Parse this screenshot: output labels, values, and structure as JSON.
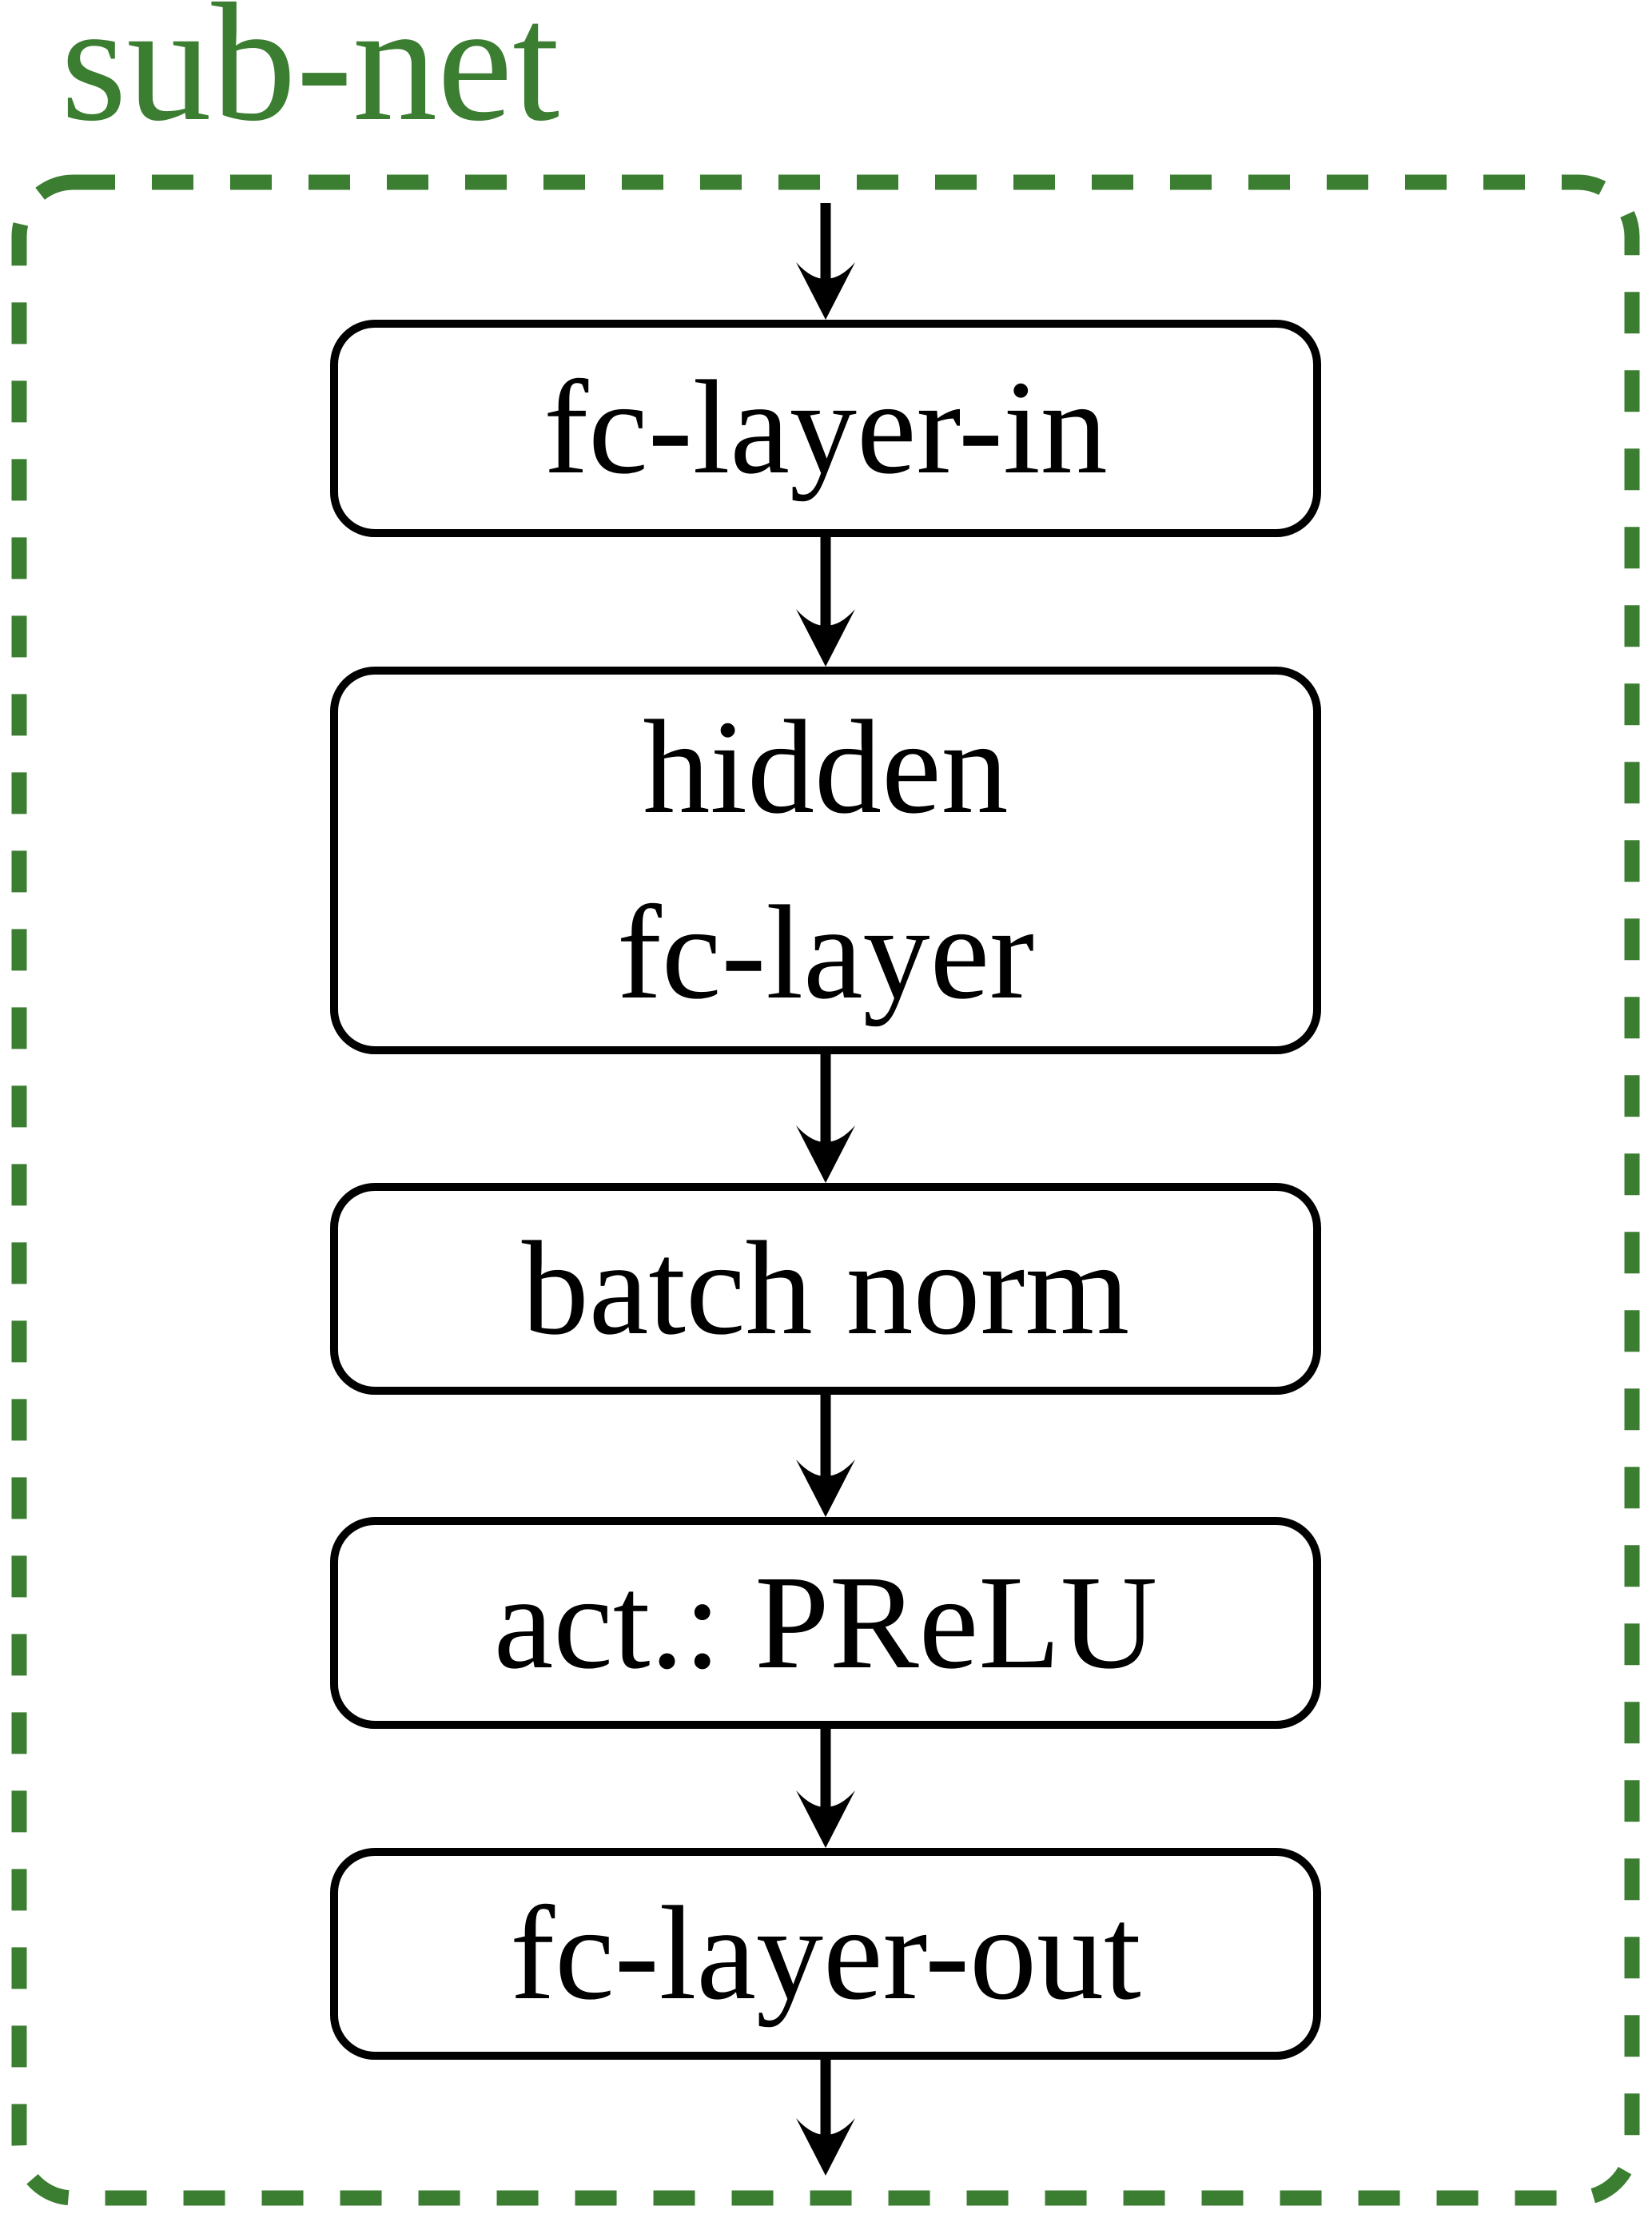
{
  "title": "sub-net",
  "colors": {
    "green_border": "#3b7d31",
    "title_text": "#3b7d31",
    "box_border": "#000000",
    "box_fill": "#ffffff",
    "arrow": "#000000",
    "background": "#ffffff"
  },
  "nodes": [
    {
      "id": "fc-layer-in",
      "label": "fc-layer-in"
    },
    {
      "id": "hidden-fc-layer",
      "label": "hidden fc-layer",
      "lines": [
        "hidden",
        "fc-layer"
      ]
    },
    {
      "id": "batch-norm",
      "label": "batch norm"
    },
    {
      "id": "activation",
      "label": "act.: PReLU"
    },
    {
      "id": "fc-layer-out",
      "label": "fc-layer-out"
    }
  ],
  "edges": [
    {
      "from": "external-input",
      "to": "fc-layer-in"
    },
    {
      "from": "fc-layer-in",
      "to": "hidden-fc-layer"
    },
    {
      "from": "hidden-fc-layer",
      "to": "batch-norm"
    },
    {
      "from": "batch-norm",
      "to": "activation"
    },
    {
      "from": "activation",
      "to": "fc-layer-out"
    },
    {
      "from": "fc-layer-out",
      "to": "external-output"
    }
  ]
}
